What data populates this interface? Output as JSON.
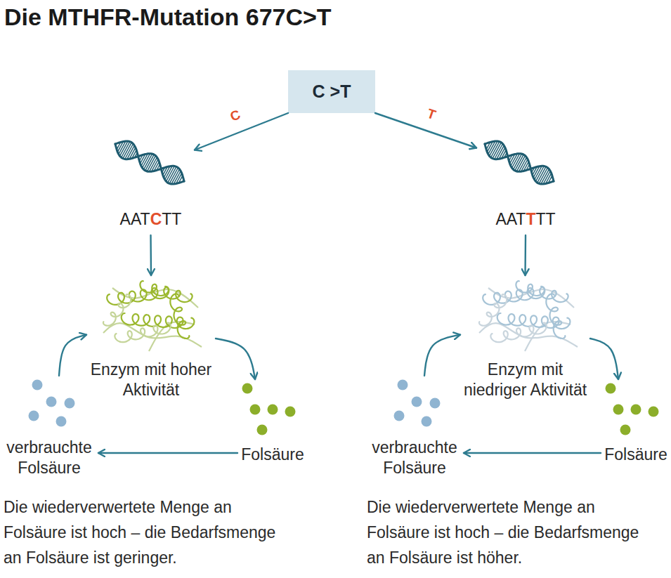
{
  "diagram": {
    "title": "Die MTHFR-Mutation 677C>T",
    "nodes": [
      {
        "text": [
          "C >T"
        ]
      },
      {
        "text": [
          "AATCTT"
        ]
      },
      {
        "text": [
          "AATTTT"
        ]
      },
      {
        "text": [
          "Enzym mit hoher Aktivität"
        ]
      },
      {
        "text": [
          "verbrauchte Folsäure"
        ]
      },
      {
        "text": [
          "Folsäure"
        ]
      },
      {
        "text": [
          "Enzym mit niedriger Aktivität"
        ]
      },
      {
        "text": [
          "verbrauchte Folsäure"
        ]
      },
      {
        "text": [
          "Folsäure"
        ]
      }
    ],
    "edges": [
      {
        "from": 0,
        "to": 1,
        "label": "C",
        "arrow": "to"
      },
      {
        "from": 0,
        "to": 2,
        "label": "T",
        "arrow": "to"
      },
      {
        "from": 1,
        "to": 3,
        "arrow": "to"
      },
      {
        "from": 2,
        "to": 6,
        "arrow": "to"
      },
      {
        "from": 4,
        "to": 3,
        "arrow": "to"
      },
      {
        "from": 3,
        "to": 5,
        "arrow": "to"
      },
      {
        "from": 5,
        "to": 4,
        "arrow": "to"
      },
      {
        "from": 7,
        "to": 6,
        "arrow": "to"
      },
      {
        "from": 6,
        "to": 8,
        "arrow": "to"
      },
      {
        "from": 8,
        "to": 7,
        "arrow": "to"
      }
    ],
    "labels": [
      "Die wiederverwertete Menge an Folsäure ist hoch – die Bedarfsmenge an Folsäure ist geringer.",
      "Die wiederverwertete Menge an Folsäure ist hoch – die Bedarfsmenge an Folsäure ist höher."
    ]
  }
}
